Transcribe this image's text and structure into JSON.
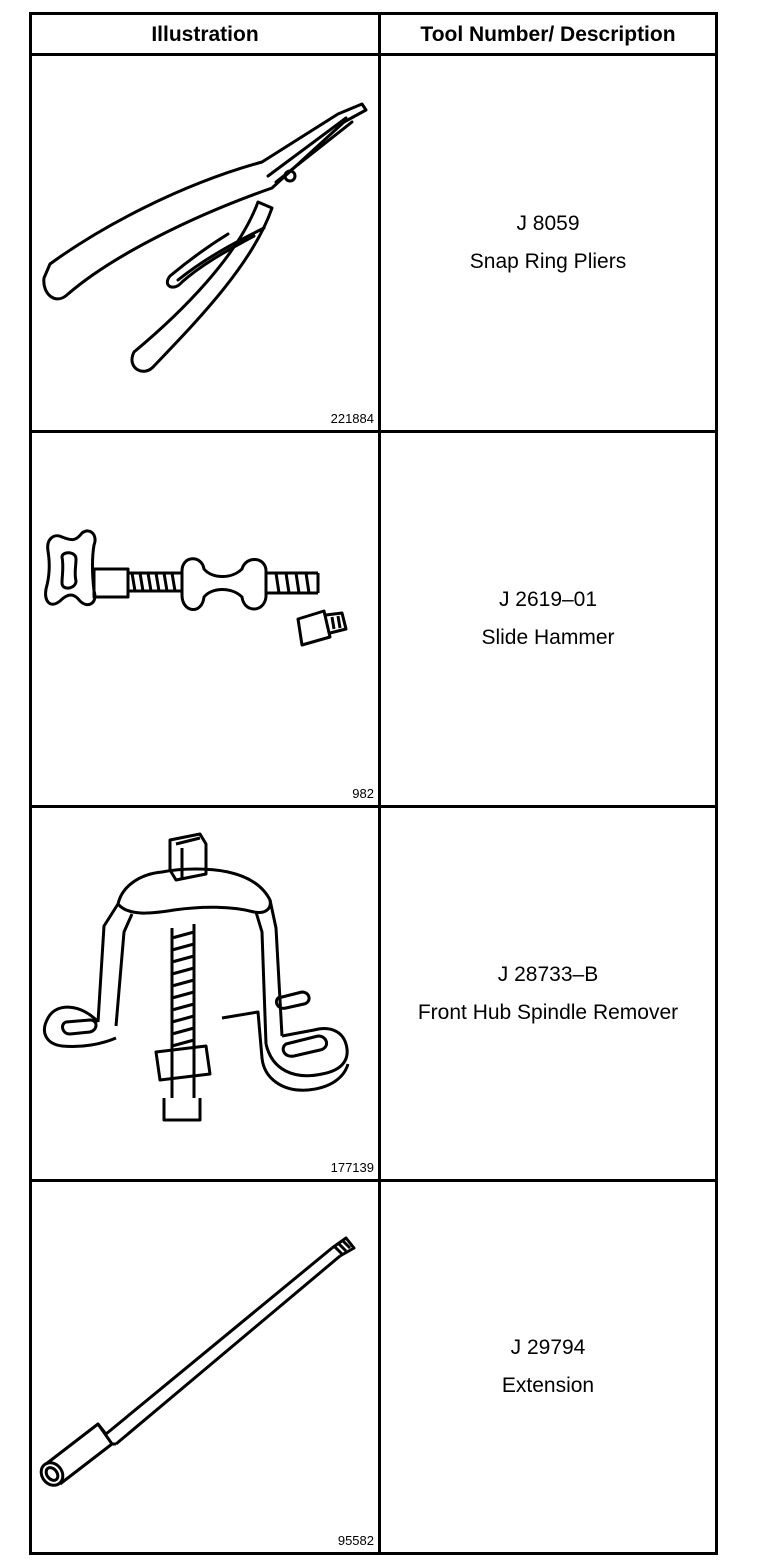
{
  "header": {
    "illustration": "Illustration",
    "description": "Tool Number/ Description"
  },
  "rows": [
    {
      "tool_number": "J 8059",
      "description": "Snap Ring Pliers",
      "figure": "221884",
      "icon": "snap-ring-pliers-icon"
    },
    {
      "tool_number": "J 2619–01",
      "description": "Slide Hammer",
      "figure": "982",
      "icon": "slide-hammer-icon"
    },
    {
      "tool_number": "J 28733–B",
      "description": "Front Hub Spindle Remover",
      "figure": "177139",
      "icon": "spindle-remover-icon"
    },
    {
      "tool_number": "J 29794",
      "description": "Extension",
      "figure": "95582",
      "icon": "extension-rod-icon"
    }
  ]
}
